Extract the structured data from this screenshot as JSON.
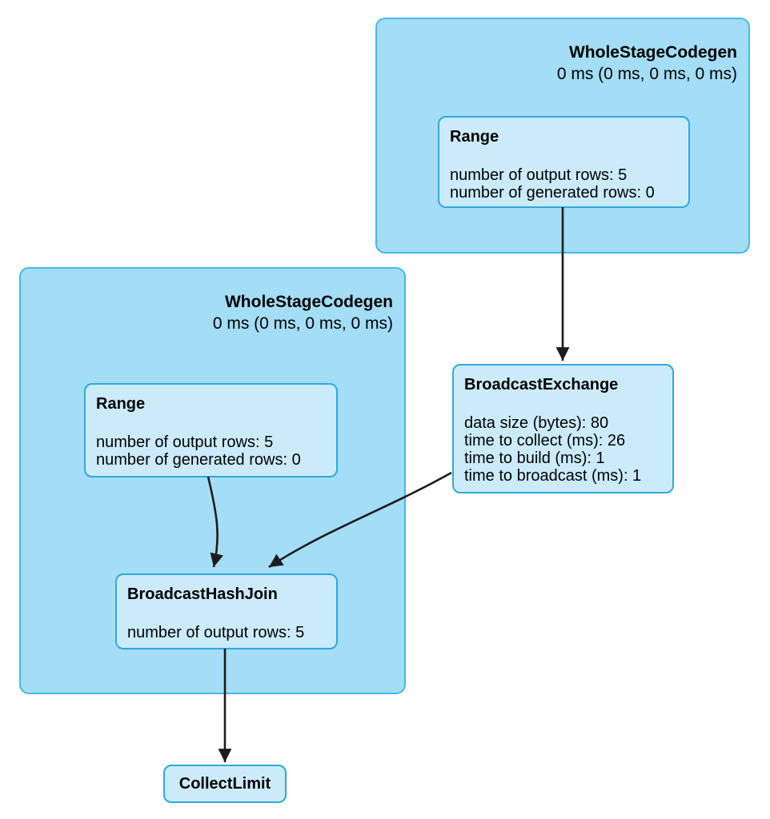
{
  "colors": {
    "cluster_fill": "#A3DDF6",
    "cluster_border": "#46B8EC",
    "node_fill": "#CBEBFB",
    "node_border": "#2FA9DF",
    "edge": "#1C1C1C",
    "text": "#000000"
  },
  "clusters": [
    {
      "id": "wholestagecodegen-top",
      "title": "WholeStageCodegen",
      "subtitle": "0 ms (0 ms, 0 ms, 0 ms)"
    },
    {
      "id": "wholestagecodegen-left",
      "title": "WholeStageCodegen",
      "subtitle": "0 ms (0 ms, 0 ms, 0 ms)"
    }
  ],
  "nodes": {
    "range_top": {
      "title": "Range",
      "metrics": [
        "number of output rows: 5",
        "number of generated rows: 0"
      ]
    },
    "range_left": {
      "title": "Range",
      "metrics": [
        "number of output rows: 5",
        "number of generated rows: 0"
      ]
    },
    "broadcast_exchange": {
      "title": "BroadcastExchange",
      "metrics": [
        "data size (bytes): 80",
        "time to collect (ms): 26",
        "time to build (ms): 1",
        "time to broadcast (ms): 1"
      ]
    },
    "broadcast_hash_join": {
      "title": "BroadcastHashJoin",
      "metrics": [
        "number of output rows: 5"
      ]
    },
    "collect_limit": {
      "title": "CollectLimit",
      "metrics": []
    }
  },
  "edges": [
    {
      "from": "range_top",
      "to": "broadcast_exchange"
    },
    {
      "from": "range_left",
      "to": "broadcast_hash_join"
    },
    {
      "from": "broadcast_exchange",
      "to": "broadcast_hash_join"
    },
    {
      "from": "broadcast_hash_join",
      "to": "collect_limit"
    }
  ]
}
